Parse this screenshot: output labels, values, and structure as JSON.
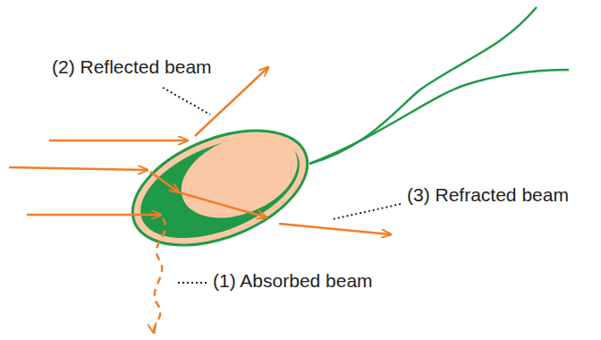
{
  "diagram": {
    "labels": [
      "(2) Reflected beam",
      "(3) Refracted beam",
      "(1) Absorbed beam"
    ]
  }
}
